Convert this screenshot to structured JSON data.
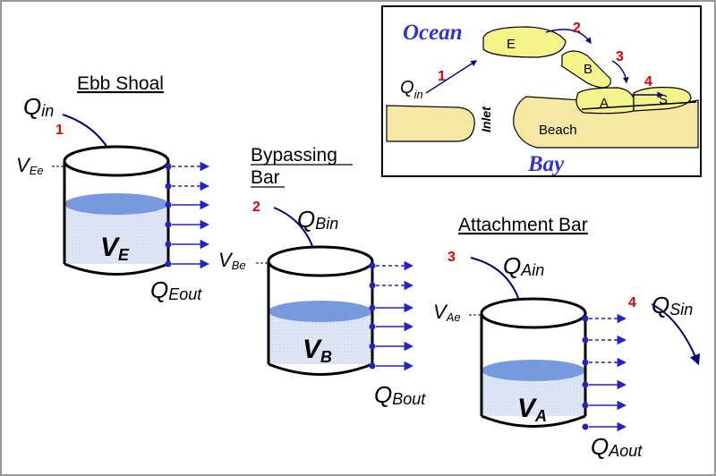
{
  "inset": {
    "ocean": "Ocean",
    "bay": "Bay",
    "inlet": "Inlet",
    "beach": "Beach",
    "q_in": "Q",
    "q_in_sub": "in",
    "bars": {
      "E": "E",
      "B": "B",
      "A": "A",
      "S": "S"
    },
    "steps": [
      "1",
      "2",
      "3",
      "4"
    ]
  },
  "ebb": {
    "title": "Ebb Shoal",
    "step": "1",
    "q_in_main": "Q",
    "q_in_sub": "in",
    "v_level_main": "V",
    "v_level_sub": "Ee",
    "vol_main": "V",
    "vol_sub": "E",
    "q_out_main": "Q",
    "q_out_sub": "Eout"
  },
  "bypass": {
    "title_line1": "Bypassing",
    "title_line2": "Bar",
    "step": "2",
    "q_in_main": "Q",
    "q_in_sub": "Bin",
    "v_level_main": "V",
    "v_level_sub": "Be",
    "vol_main": "V",
    "vol_sub": "B",
    "q_out_main": "Q",
    "q_out_sub": "Bout"
  },
  "attach": {
    "title": "Attachment Bar",
    "step": "3",
    "q_in_main": "Q",
    "q_in_sub": "Ain",
    "v_level_main": "V",
    "v_level_sub": "Ae",
    "vol_main": "V",
    "vol_sub": "A",
    "q_out_main": "Q",
    "q_out_sub": "Aout"
  },
  "spit": {
    "step": "4",
    "q_in_main": "Q",
    "q_in_sub": "Sin"
  },
  "colors": {
    "arrow": "#000080",
    "outflow": "#2222cc",
    "water_top": "#7799dd",
    "water_body": "#dde6f6",
    "sand": "#f7e7a4",
    "bar": "#f4f48a",
    "number": "#e00000",
    "label_blue": "#3333cc"
  }
}
